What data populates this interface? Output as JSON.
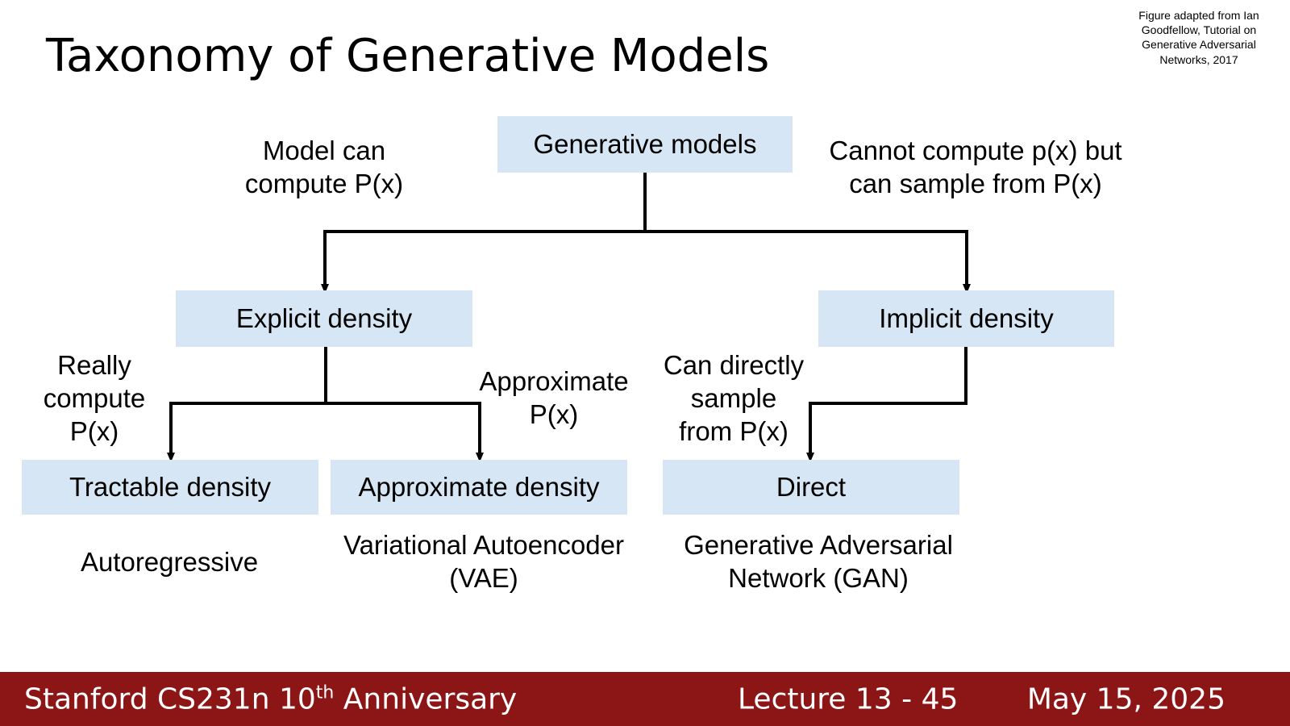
{
  "slide": {
    "title": "Taxonomy of Generative Models",
    "citation": "Figure adapted from Ian Goodfellow, Tutorial on Generative Adversarial Networks, 2017"
  },
  "nodes": {
    "generative_models": "Generative models",
    "explicit_density": "Explicit density",
    "implicit_density": "Implicit density",
    "tractable_density": "Tractable density",
    "approximate_density": "Approximate density",
    "direct": "Direct"
  },
  "edge_labels": {
    "explicit_line1": "Model can",
    "explicit_line2": "compute P(x)",
    "implicit_line1": "Cannot compute p(x) but",
    "implicit_line2": "can sample from P(x)",
    "tractable_line1": "Really",
    "tractable_line2": "compute",
    "tractable_line3": "P(x)",
    "approximate_line1": "Approximate",
    "approximate_line2": "P(x)",
    "direct_line1": "Can directly",
    "direct_line2": "sample",
    "direct_line3": "from P(x)"
  },
  "examples": {
    "autoregressive": "Autoregressive",
    "vae_line1": "Variational Autoencoder",
    "vae_line2": "(VAE)",
    "gan_line1": "Generative Adversarial",
    "gan_line2": "Network (GAN)"
  },
  "footer": {
    "course_prefix": "Stanford CS231n 10",
    "course_sup": "th",
    "course_suffix": " Anniversary",
    "lecture": "Lecture 13 -  45",
    "date": "May 15, 2025"
  },
  "colors": {
    "node_fill": "#d6e6f4",
    "footer_bg": "#8c1515",
    "footer_text": "#ffffff"
  }
}
